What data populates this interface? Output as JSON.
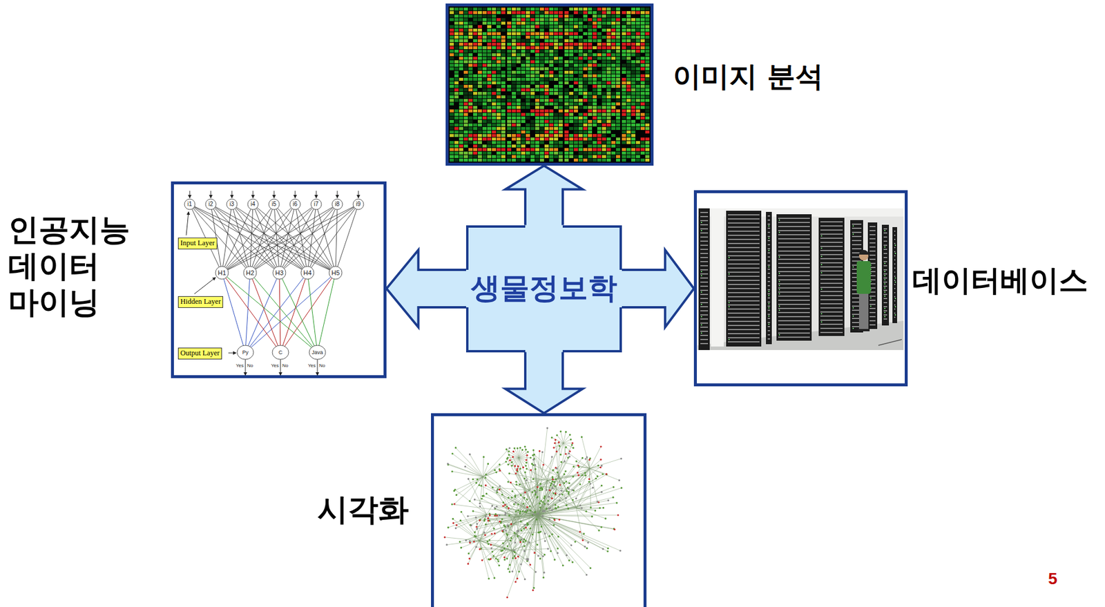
{
  "diagram": {
    "nodes": [
      {
        "text": [
          "이미지 분석"
        ]
      },
      {
        "text": [
          "인공지능 데이터 마이닝"
        ]
      },
      {
        "text": [
          "생물정보학"
        ]
      },
      {
        "text": [
          "데이터베이스"
        ]
      },
      {
        "text": [
          "시각화"
        ]
      }
    ],
    "edges": [
      {
        "from": 2,
        "to": 0,
        "arrow": "to"
      },
      {
        "from": 2,
        "to": 1,
        "arrow": "to"
      },
      {
        "from": 2,
        "to": 3,
        "arrow": "to"
      },
      {
        "from": 2,
        "to": 4,
        "arrow": "to"
      }
    ],
    "labels": [
      "i1",
      "i2",
      "i3",
      "i4",
      "i5",
      "i6",
      "i7",
      "i8",
      "i9",
      "Input Layer",
      "H1",
      "H2",
      "H3",
      "H4",
      "H5",
      "Hidden Layer",
      "Output Layer",
      "Py",
      "C",
      "Java",
      "Yes",
      "No",
      "Yes",
      "No",
      "Yes",
      "No",
      "5"
    ]
  }
}
